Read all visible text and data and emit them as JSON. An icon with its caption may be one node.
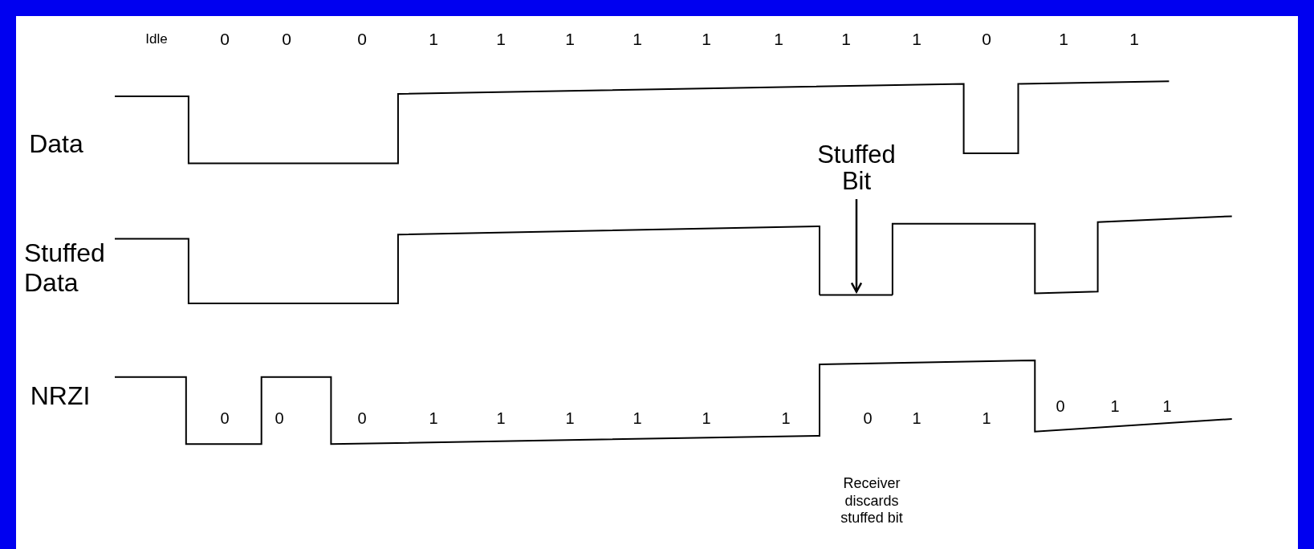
{
  "diagram": {
    "nodes": [
      {
        "text": [
          "Stuffed Bit"
        ]
      },
      {
        "text": [],
        "shape": "bar"
      }
    ],
    "edges": [
      {
        "from": 0,
        "to": 1,
        "arrow": "to"
      }
    ],
    "labels": [
      "Idle",
      "0",
      "0",
      "0",
      "1",
      "1",
      "1",
      "1",
      "1",
      "1",
      "1",
      "1",
      "0",
      "1",
      "1",
      "Data",
      "Stuffed Data",
      "NRZI",
      "0",
      "0",
      "0",
      "1",
      "1",
      "1",
      "1",
      "1",
      "1",
      "0",
      "1",
      "1",
      "0",
      "1",
      "1",
      "Receiver discards stuffed bit"
    ]
  }
}
